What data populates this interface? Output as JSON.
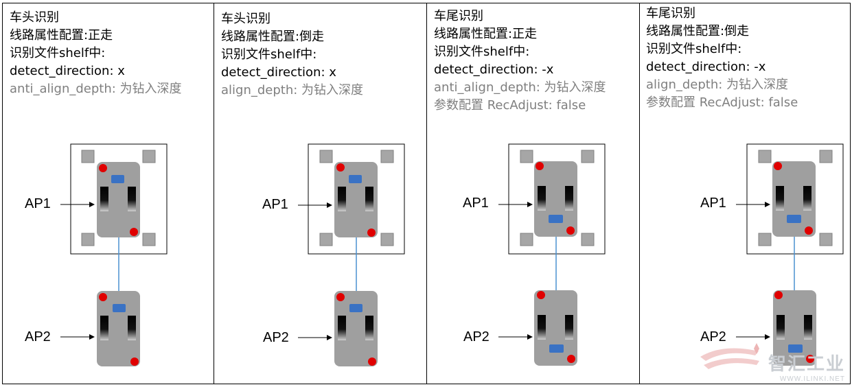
{
  "panels": [
    {
      "title": "车头识别",
      "route_config": "线路属性配置:正走",
      "shelf_header": "识别文件shelf中:",
      "direction": "detect_direction: x",
      "depth": "anti_align_depth: 为钻入深度",
      "param": "",
      "ap1": "AP1",
      "ap2": "AP2"
    },
    {
      "title": "车头识别",
      "route_config": "线路属性配置:倒走",
      "shelf_header": "识别文件shelf中:",
      "direction": "detect_direction: x",
      "depth": "align_depth: 为钻入深度",
      "param": "",
      "ap1": "AP1",
      "ap2": "AP2"
    },
    {
      "title": "车尾识别",
      "route_config": "线路属性配置:正走",
      "shelf_header": "识别文件shelf中:",
      "direction": "detect_direction: -x",
      "depth": "anti_align_depth: 为钻入深度",
      "param": "参数配置 RecAdjust: false",
      "ap1": "AP1",
      "ap2": "AP2"
    },
    {
      "title": "车尾识别",
      "route_config": "线路属性配置:倒走",
      "shelf_header": "识别文件shelf中:",
      "direction": "detect_direction: -x",
      "depth": "align_depth: 为钻入深度",
      "param": "参数配置 RecAdjust: false",
      "ap1": "AP1",
      "ap2": "AP2"
    }
  ],
  "watermark": {
    "brand": "智汇工业",
    "url": "WWW.ILINKI.NET"
  },
  "colors": {
    "robot_body": "#9f9f9f",
    "shelf_foot": "#a6a6a6",
    "red_marker": "#e00000",
    "blue_sensor": "#3a72c4",
    "link_line": "#4a90d0"
  }
}
